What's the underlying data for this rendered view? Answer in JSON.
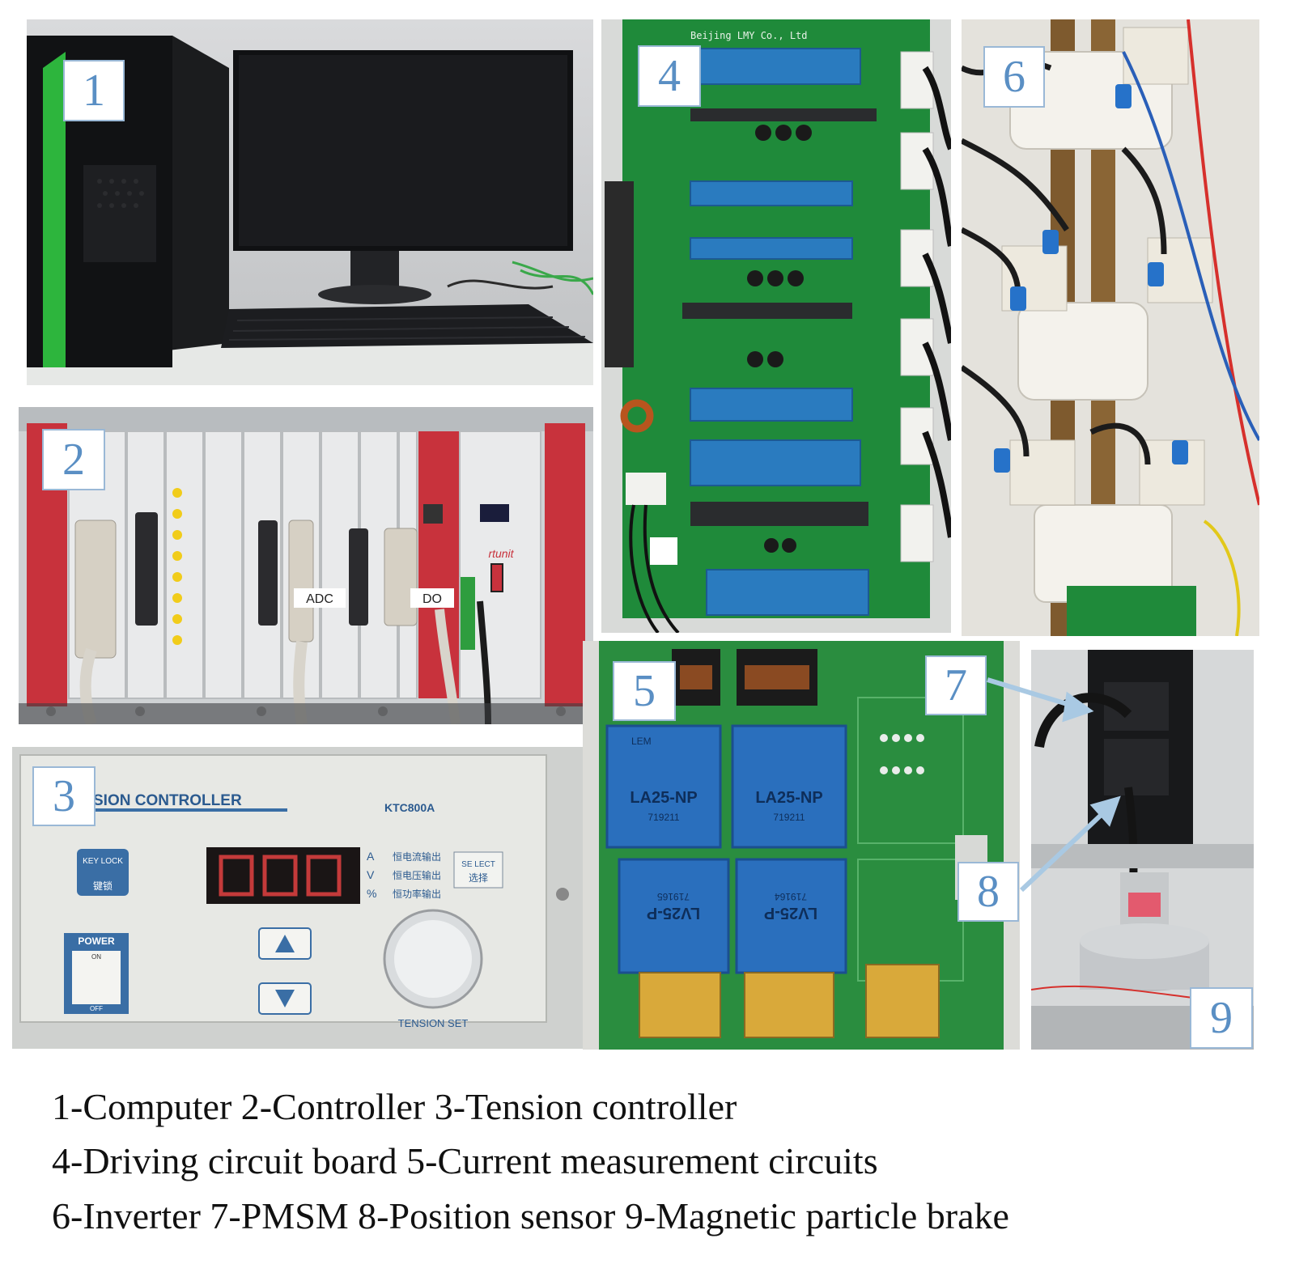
{
  "panels": {
    "p1": {
      "label": "1"
    },
    "p2": {
      "label": "2",
      "cable_tags": [
        "ADC",
        "DO"
      ],
      "brand": "rtunit"
    },
    "p3": {
      "label": "3",
      "title": "SION CONTROLLER",
      "model": "KTC800A",
      "key_lock": "KEY LOCK",
      "key_lock_cn": "键锁",
      "modes": [
        {
          "unit": "A",
          "text": "恒电流输出"
        },
        {
          "unit": "V",
          "text": "恒电压输出"
        },
        {
          "unit": "%",
          "text": "恒功率输出"
        }
      ],
      "select_en": "SE LECT",
      "select_cn": "选择",
      "power": "POWER",
      "on": "ON",
      "off": "OFF",
      "tension_set": "TENSION SET"
    },
    "p4": {
      "label": "4",
      "board_text": "Beijing LMY Co., Ltd"
    },
    "p5": {
      "label": "5",
      "sensors": [
        "LA25-NP",
        "LA25-NP",
        "LV25-P",
        "LV25-P"
      ],
      "sensor_codes": [
        "719211",
        "719211",
        "719165",
        "719164"
      ],
      "brand": "LEM"
    },
    "p6": {
      "label": "6"
    },
    "p7": {
      "label": "7"
    },
    "p8": {
      "label": "8"
    },
    "p9": {
      "label": "9"
    }
  },
  "caption": {
    "line1": "1-Computer  2-Controller  3-Tension controller",
    "line2": "4-Driving  circuit board  5-Current measurement circuits",
    "line3": "6-Inverter  7-PMSM  8-Position sensor 9-Magnetic particle brake"
  },
  "colors": {
    "pcb_green": "#1f8a3a",
    "label_blue": "#5a8fc4",
    "rack_red": "#c8323c"
  }
}
